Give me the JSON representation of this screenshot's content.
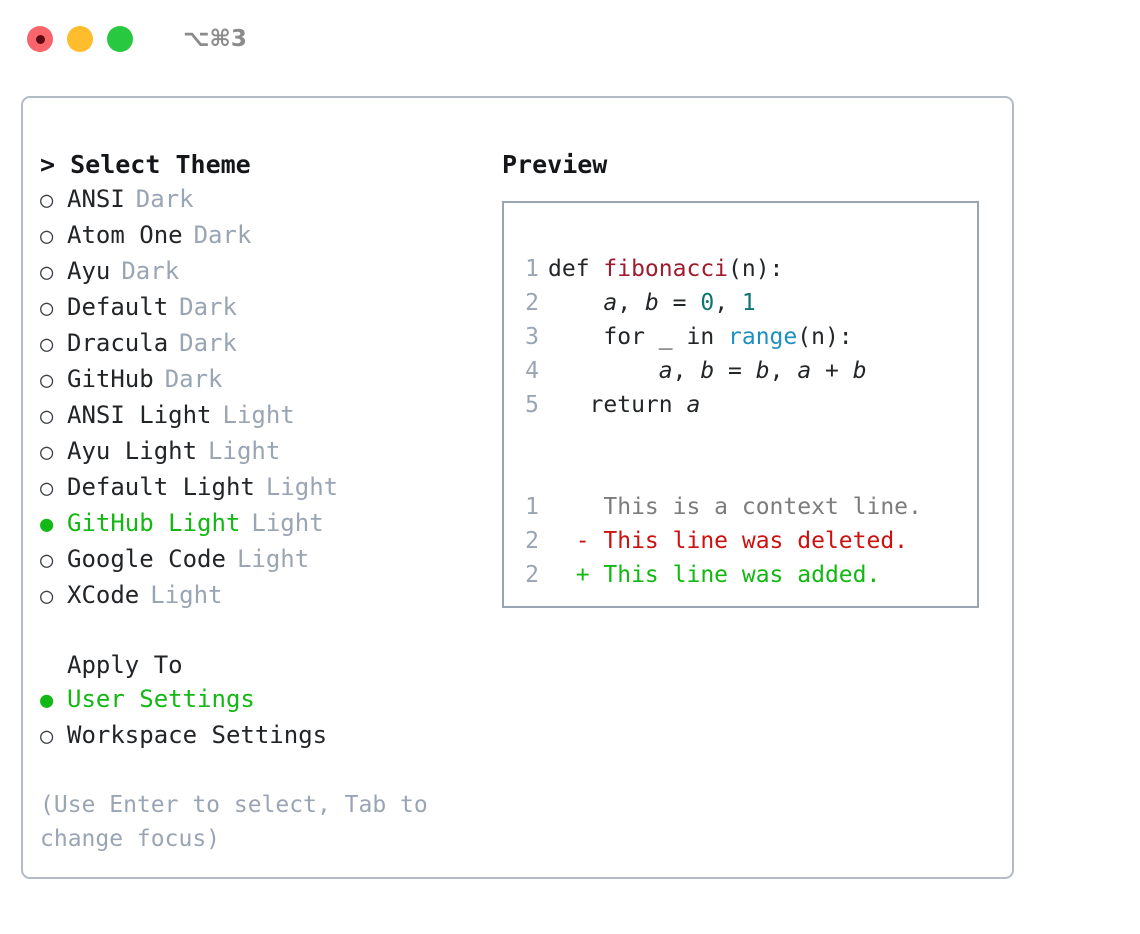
{
  "titlebar": {
    "shortcut": "⌥⌘3",
    "lights": [
      {
        "name": "close",
        "color": "#f9656a"
      },
      {
        "name": "minimize",
        "color": "#ffbd2e"
      },
      {
        "name": "maximize",
        "color": "#28c840"
      }
    ]
  },
  "theme_picker": {
    "heading": "> Select Theme",
    "marker_unselected": "○",
    "marker_selected": "●",
    "items": [
      {
        "name": "ANSI",
        "tag": "Dark",
        "selected": false
      },
      {
        "name": "Atom One",
        "tag": "Dark",
        "selected": false
      },
      {
        "name": "Ayu",
        "tag": "Dark",
        "selected": false
      },
      {
        "name": "Default",
        "tag": "Dark",
        "selected": false
      },
      {
        "name": "Dracula",
        "tag": "Dark",
        "selected": false
      },
      {
        "name": "GitHub",
        "tag": "Dark",
        "selected": false
      },
      {
        "name": "ANSI Light",
        "tag": "Light",
        "selected": false
      },
      {
        "name": "Ayu Light",
        "tag": "Light",
        "selected": false
      },
      {
        "name": "Default Light",
        "tag": "Light",
        "selected": false
      },
      {
        "name": "GitHub Light",
        "tag": "Light",
        "selected": true
      },
      {
        "name": "Google Code",
        "tag": "Light",
        "selected": false
      },
      {
        "name": "XCode",
        "tag": "Light",
        "selected": false
      }
    ]
  },
  "apply_to": {
    "heading": "Apply To",
    "items": [
      {
        "name": "User Settings",
        "selected": true
      },
      {
        "name": "Workspace Settings",
        "selected": false
      }
    ]
  },
  "hint": "(Use Enter to select, Tab to change focus)",
  "preview": {
    "title": "Preview",
    "code_lines": [
      {
        "num": "1",
        "parts": [
          {
            "text": "def ",
            "type": "plain"
          },
          {
            "text": "fibonacci",
            "type": "fn"
          },
          {
            "text": "(n):",
            "type": "plain"
          }
        ]
      },
      {
        "num": "2",
        "parts": [
          {
            "text": "    ",
            "type": "plain"
          },
          {
            "text": "a",
            "type": "var"
          },
          {
            "text": ", ",
            "type": "plain"
          },
          {
            "text": "b",
            "type": "var"
          },
          {
            "text": " = ",
            "type": "plain"
          },
          {
            "text": "0",
            "type": "num"
          },
          {
            "text": ", ",
            "type": "plain"
          },
          {
            "text": "1",
            "type": "num"
          }
        ]
      },
      {
        "num": "3",
        "parts": [
          {
            "text": "    for _ in ",
            "type": "plain"
          },
          {
            "text": "range",
            "type": "call"
          },
          {
            "text": "(n):",
            "type": "plain"
          }
        ]
      },
      {
        "num": "4",
        "parts": [
          {
            "text": "        ",
            "type": "plain"
          },
          {
            "text": "a",
            "type": "var"
          },
          {
            "text": ", ",
            "type": "plain"
          },
          {
            "text": "b",
            "type": "var"
          },
          {
            "text": " = ",
            "type": "plain"
          },
          {
            "text": "b",
            "type": "var"
          },
          {
            "text": ", ",
            "type": "plain"
          },
          {
            "text": "a",
            "type": "var"
          },
          {
            "text": " + ",
            "type": "plain"
          },
          {
            "text": "b",
            "type": "var"
          }
        ]
      },
      {
        "num": "5",
        "parts": [
          {
            "text": "   return ",
            "type": "plain"
          },
          {
            "text": "a",
            "type": "var"
          }
        ]
      }
    ],
    "diff_lines": [
      {
        "num": "1",
        "sign": " ",
        "text": "This is a context line.",
        "kind": "context"
      },
      {
        "num": "2",
        "sign": "-",
        "text": "This line was deleted.",
        "kind": "deleted"
      },
      {
        "num": "2",
        "sign": "+",
        "text": "This line was added.",
        "kind": "added"
      }
    ]
  },
  "colors": {
    "selected_green": "#14b814",
    "muted_tag": "#9aa5b4",
    "panel_border": "#9aa5b4",
    "card_border": "#b3bbc7",
    "diff_add": "#12b812",
    "diff_del": "#cc1111",
    "diff_ctx": "#7c7c7c",
    "syntax_function": "#a01b2e",
    "syntax_number": "#0f7573",
    "syntax_call": "#1d8fc4"
  }
}
